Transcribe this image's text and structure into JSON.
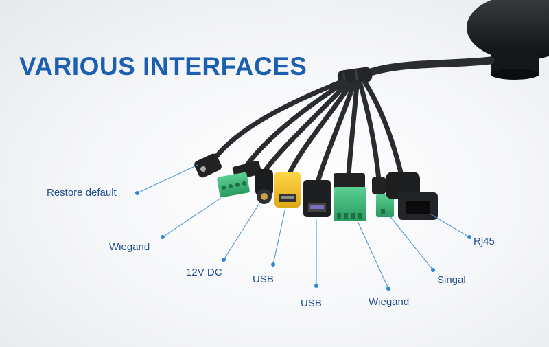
{
  "title": "VARIOUS INTERFACES",
  "colors": {
    "accent": "#1b5fb1",
    "leader_line": "#3a8fd6",
    "cable": "#2a2c2f",
    "terminal_green": "#3fb87a",
    "usb_yellow": "#f2c12e"
  },
  "labels": {
    "restore_default": "Restore default",
    "wiegand_1": "Wiegand",
    "dc_12v": "12V DC",
    "usb_1": "USB",
    "usb_2": "USB",
    "wiegand_2": "Wiegand",
    "singal": "Singal",
    "rj45": "Rj45"
  }
}
